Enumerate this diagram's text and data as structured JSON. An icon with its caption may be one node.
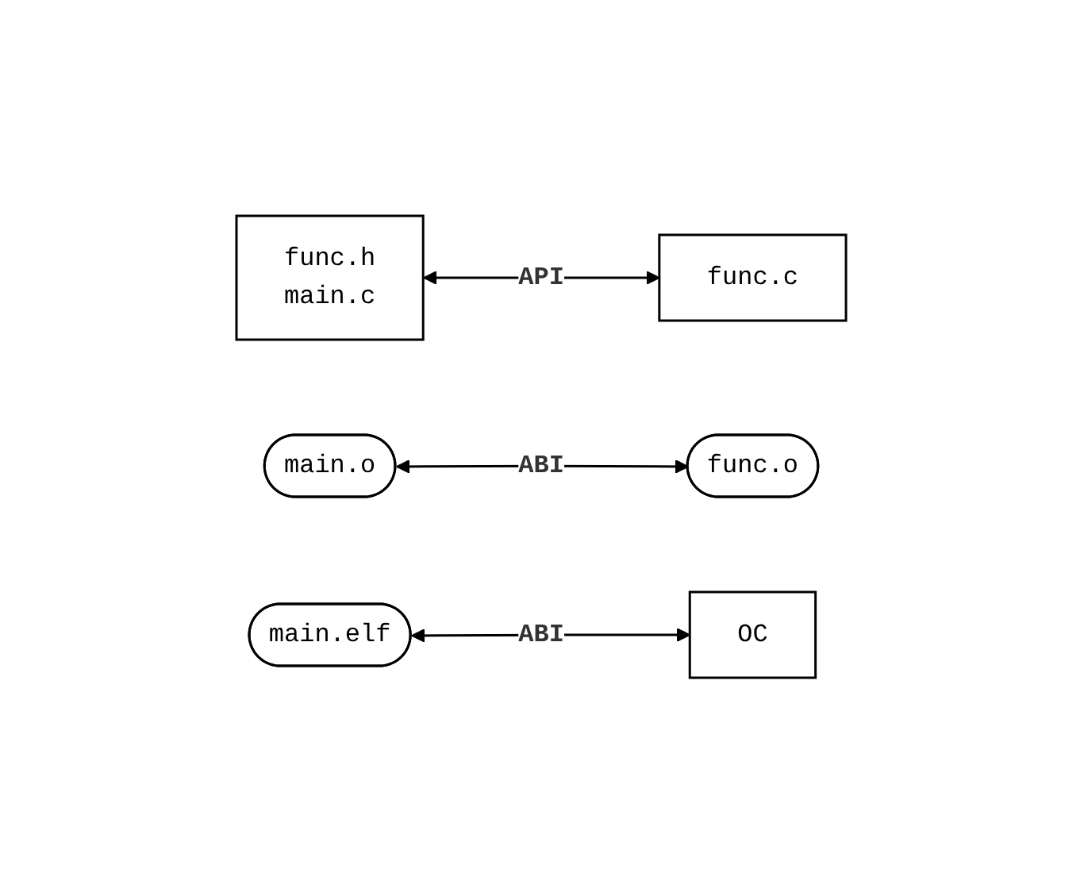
{
  "diagram": {
    "nodes": [
      {
        "text": [
          "func.h",
          "main.c"
        ]
      },
      {
        "text": [
          "func.c"
        ]
      },
      {
        "text": [
          "main.o"
        ]
      },
      {
        "text": [
          "func.o"
        ]
      },
      {
        "text": [
          "main.elf"
        ]
      },
      {
        "text": [
          "OC"
        ]
      }
    ],
    "edges": [
      {
        "from": 0,
        "to": 1,
        "arrow": "both",
        "label": "API"
      },
      {
        "from": 2,
        "to": 3,
        "arrow": "both",
        "label": "ABI"
      },
      {
        "from": 4,
        "to": 5,
        "arrow": "both",
        "label": "ABI"
      }
    ]
  }
}
